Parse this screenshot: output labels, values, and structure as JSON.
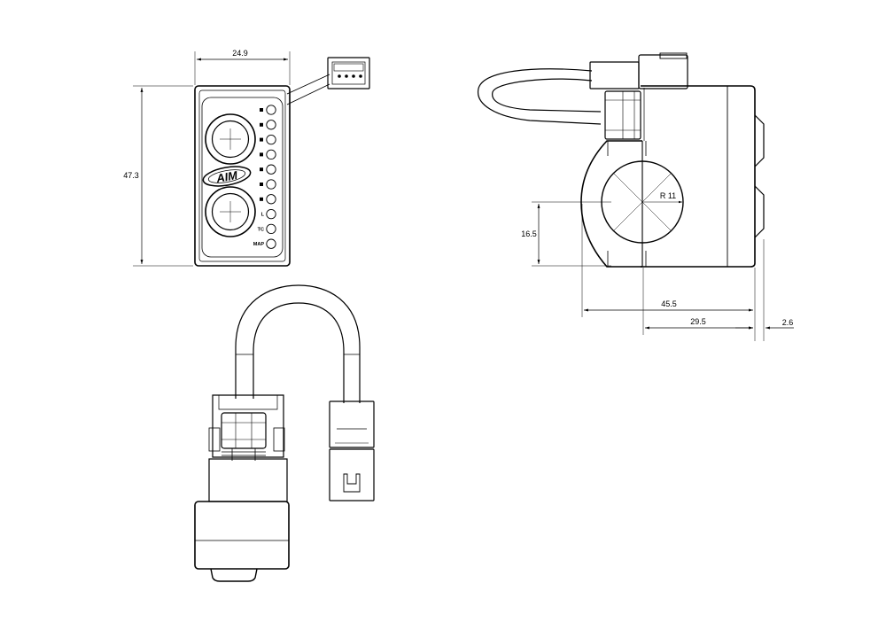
{
  "dimensions": {
    "front_width": "24.9",
    "front_height": "47.3",
    "radius": "R 11",
    "clamp_height": "16.5",
    "overall_length": "45.5",
    "body_length": "29.5",
    "button_offset": "2.6"
  },
  "front_panel": {
    "logo": "AIM",
    "led_labels": [
      "",
      "",
      "",
      "",
      "",
      "",
      "",
      "L",
      "TC",
      "MAP"
    ]
  }
}
